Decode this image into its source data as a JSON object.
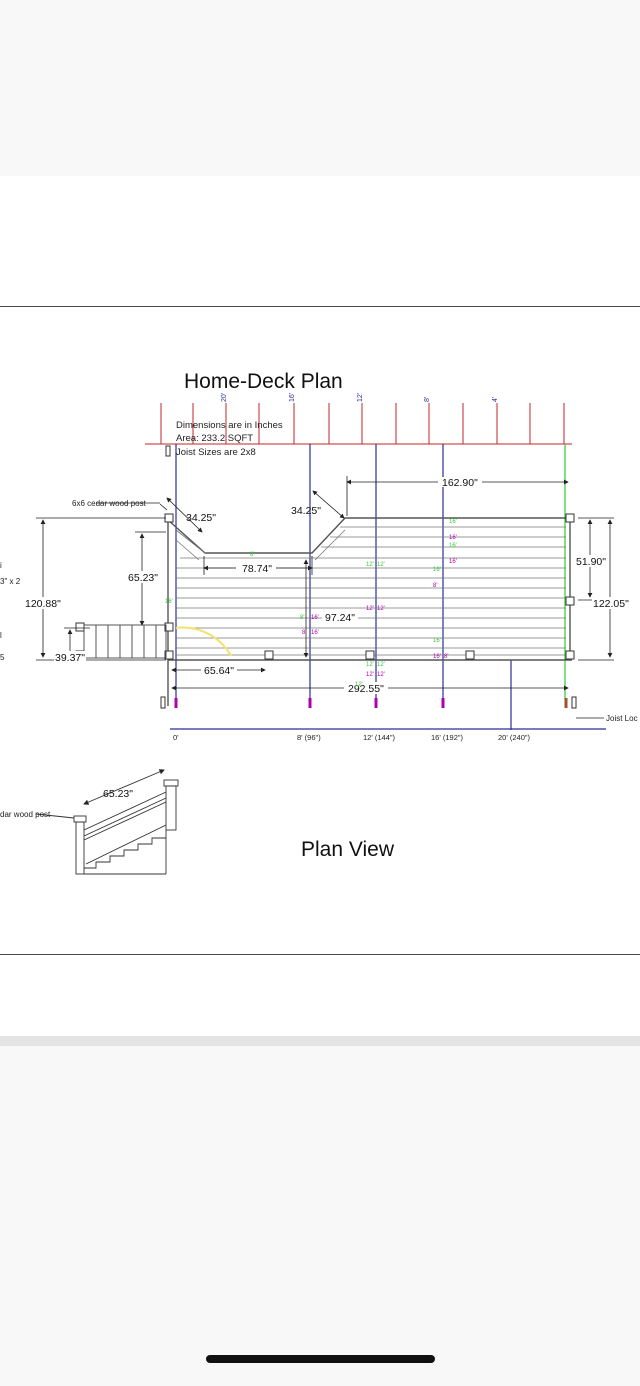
{
  "title": "Home-Deck Plan",
  "notes": [
    "Dimensions are in Inches",
    "Area: 233.2 SQFT",
    "Joist Sizes are 2x8"
  ],
  "post_callout": "6x6 cedar wood post",
  "post_callout_2": "dar wood post",
  "joist_callout": "Joist Loc",
  "left_edge_labels": [
    "i",
    "3\" x 2",
    "l",
    "5"
  ],
  "top_marks": [
    "20'",
    "16'",
    "12'",
    "8'",
    "4'"
  ],
  "dimensions": {
    "diag_left": "34.25\"",
    "diag_right": "34.25\"",
    "notch_width": "78.74\"",
    "right_run": "162.90\"",
    "notch_depth": "65.23\"",
    "overall_depth": "120.88\"",
    "inner_depth": "97.24\"",
    "right_upper": "51.90\"",
    "right_overall": "122.05\"",
    "rail_height": "39.37\"",
    "stair_offset": "65.64\"",
    "overall_width": "292.55\"",
    "stair_length": "65.23\""
  },
  "bottom_scale": [
    "0'",
    "8' (96\")",
    "12' (144\")",
    "16' (192\")",
    "20' (240\")"
  ],
  "board_labels_green": [
    "16'",
    "16'",
    "12'",
    "12'",
    "16'",
    "8'",
    "12'",
    "12'",
    "8'",
    "16'",
    "12'",
    "16'"
  ],
  "board_labels_purple": [
    "16'",
    "16'",
    "12'",
    "12'",
    "8'",
    "16'",
    "8'",
    "16'",
    "12'",
    "12'",
    "16'",
    "8'"
  ],
  "view_label": "Plan View",
  "colors": {
    "red": "#c0242c",
    "blue": "#2a2f9a",
    "green": "#33cc33",
    "purple": "#b000b0",
    "yellow": "#f2e36b",
    "ink": "#222222"
  }
}
